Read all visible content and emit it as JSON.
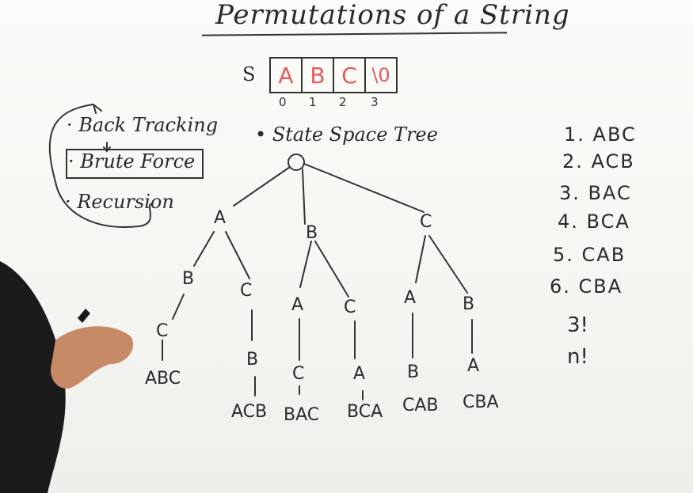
{
  "title": "Permutations of a String",
  "string_label": "S",
  "string_cells": [
    "A",
    "B",
    "C",
    "\\0"
  ],
  "string_indices": [
    "0",
    "1",
    "2",
    "3"
  ],
  "cell_color": "#e35b5b",
  "concepts": [
    "Back Tracking",
    "Brute Force",
    "Recursion"
  ],
  "tree_label": "State Space Tree",
  "tree": {
    "level1": [
      "A",
      "B",
      "C"
    ],
    "level2": [
      "B",
      "C",
      "A",
      "C",
      "A",
      "B"
    ],
    "level3": [
      "C",
      "B",
      "C",
      "A",
      "B",
      "A"
    ],
    "leaves": [
      "ABC",
      "ACB",
      "BAC",
      "BCA",
      "CAB",
      "CBA"
    ]
  },
  "permutation_list": [
    "1. ABC",
    "2. ACB",
    "3. BAC",
    "4. BCA",
    "5. CAB",
    "6. CBA"
  ],
  "count_notes": [
    "3!",
    "n!"
  ]
}
